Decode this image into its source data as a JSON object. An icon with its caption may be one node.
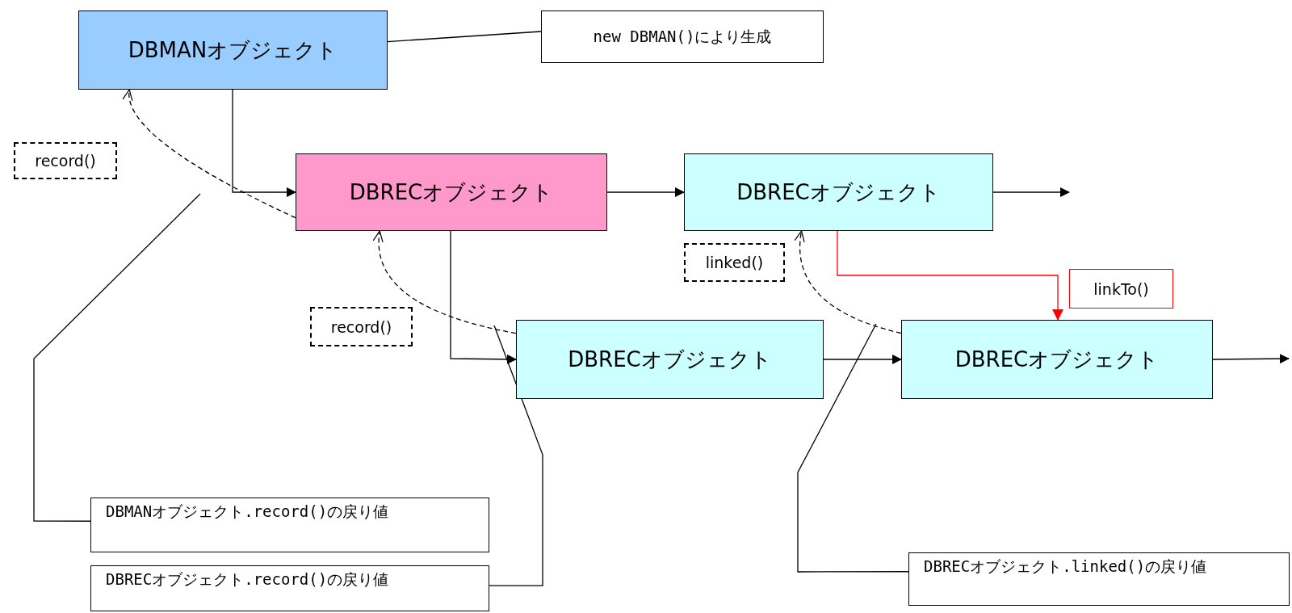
{
  "diagram": {
    "nodes": [
      {
        "text": [
          "DBMANオブジェクト"
        ]
      },
      {
        "text": [
          "new DBMAN()により生成"
        ]
      },
      {
        "text": [
          "record()"
        ]
      },
      {
        "text": [
          "DBRECオブジェクト"
        ]
      },
      {
        "text": [
          "DBRECオブジェクト"
        ]
      },
      {
        "text": [
          "linked()"
        ]
      },
      {
        "text": [
          "linkTo()"
        ]
      },
      {
        "text": [
          "record()"
        ]
      },
      {
        "text": [
          "DBRECオブジェクト"
        ]
      },
      {
        "text": [
          "DBRECオブジェクト"
        ]
      },
      {
        "text": [
          "DBMANオブジェクト.record()の戻り値"
        ]
      },
      {
        "text": [
          "DBRECオブジェクト.record()の戻り値"
        ]
      },
      {
        "text": [
          "DBRECオブジェクト.linked()の戻り値"
        ]
      }
    ],
    "edges": [
      {
        "from": 1,
        "to": 0,
        "arrow": "none"
      },
      {
        "from": 0,
        "to": 3,
        "arrow": "to"
      },
      {
        "from": 3,
        "to": 0,
        "arrow": "to",
        "style": "dashed"
      },
      {
        "from": 3,
        "to": 4,
        "arrow": "to"
      },
      {
        "from": 4,
        "to": null,
        "arrow": "to"
      },
      {
        "from": 4,
        "to": 9,
        "arrow": "to",
        "color": "#ff0000"
      },
      {
        "from": 3,
        "to": 8,
        "arrow": "to"
      },
      {
        "from": 8,
        "to": 3,
        "arrow": "to",
        "style": "dashed"
      },
      {
        "from": 8,
        "to": 9,
        "arrow": "to"
      },
      {
        "from": 9,
        "to": 4,
        "arrow": "to",
        "style": "dashed"
      },
      {
        "from": 9,
        "to": null,
        "arrow": "to"
      },
      {
        "from": 10,
        "to": null,
        "arrow": "none"
      },
      {
        "from": 11,
        "to": null,
        "arrow": "none"
      },
      {
        "from": 12,
        "to": null,
        "arrow": "none"
      }
    ]
  }
}
